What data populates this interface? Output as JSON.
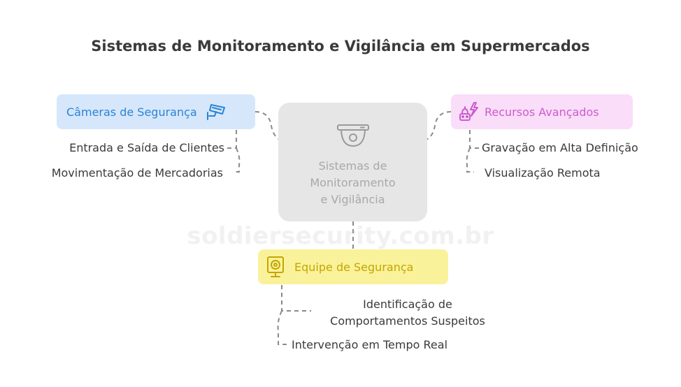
{
  "title": "Sistemas de Monitoramento e Vigilância em Supermercados",
  "center": {
    "lines": [
      "Sistemas de",
      "Monitoramento",
      "e Vigilância"
    ],
    "icon": "dome-camera-icon"
  },
  "watermark": "soldiersecurity.com.br",
  "branches": {
    "cameras": {
      "label": "Câmeras de Segurança",
      "icon": "cctv-camera-icon",
      "color": "#2b84d6",
      "bg": "#d6e7fb",
      "items": [
        "Entrada e Saída de Clientes",
        "Movimentação de Mercadorias"
      ]
    },
    "recursos": {
      "label": "Recursos Avançados",
      "icon": "robot-lightning-icon",
      "color": "#cc5ccc",
      "bg": "#f9ddf9",
      "items": [
        "Gravação em Alta Definição",
        "Visualização Remota"
      ]
    },
    "equipe": {
      "label": "Equipe de Segurança",
      "icon": "id-badge-icon",
      "color": "#c4a600",
      "bg": "#faf29b",
      "items": [
        "Identificação de",
        "Comportamentos Suspeitos",
        "Intervenção em Tempo Real"
      ]
    }
  }
}
